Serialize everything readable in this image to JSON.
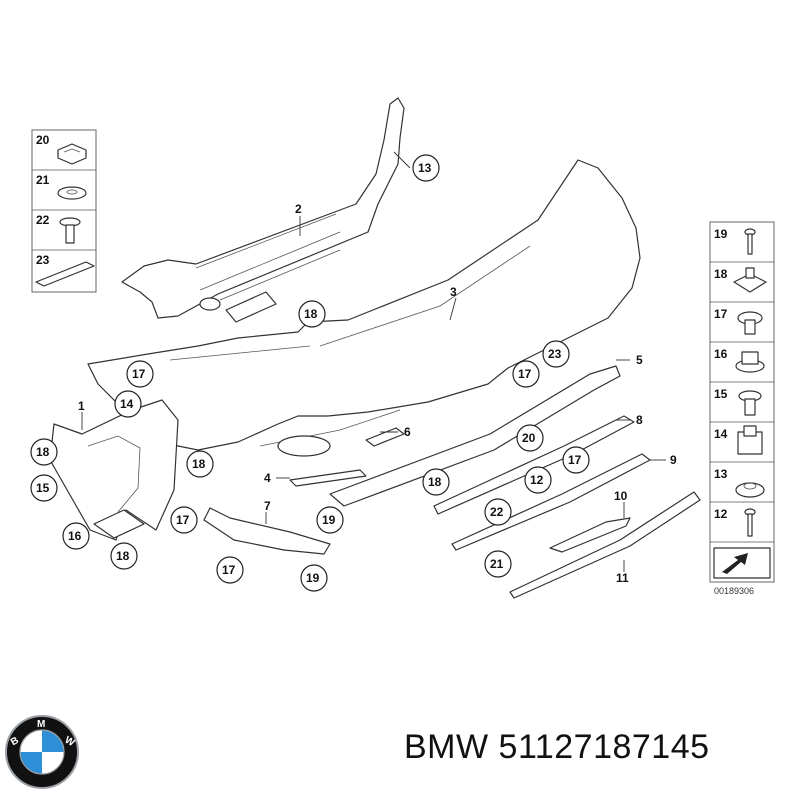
{
  "diagram": {
    "callouts": [
      "1",
      "2",
      "3",
      "4",
      "5",
      "6",
      "7",
      "8",
      "9",
      "10",
      "11",
      "12",
      "13",
      "14",
      "15",
      "16",
      "17",
      "18",
      "19",
      "20",
      "21",
      "22",
      "23"
    ],
    "left_legend": [
      "20",
      "21",
      "22",
      "23"
    ],
    "right_legend": [
      "19",
      "18",
      "17",
      "16",
      "15",
      "14",
      "13",
      "12"
    ],
    "diagram_code": "00189306"
  },
  "footer": {
    "brand": "BMW",
    "part_number": "51127187145",
    "logo_colors": {
      "blue": "#2d8fd5",
      "white": "#ffffff",
      "black": "#111111",
      "ring": "#9aa0a6"
    }
  }
}
